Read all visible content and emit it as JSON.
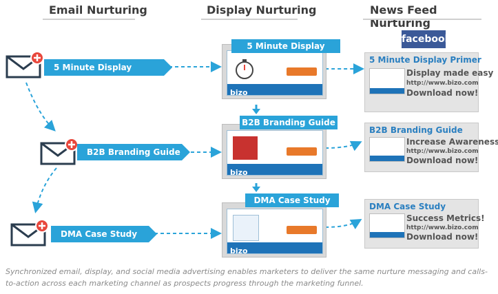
{
  "columns": {
    "email": "Email Nurturing",
    "display": "Display Nurturing",
    "newsfeed": "News Feed Nurturing"
  },
  "facebook_logo": "facebook",
  "email_steps": [
    {
      "label": "5 Minute Display Primer"
    },
    {
      "label": "B2B Branding Guide"
    },
    {
      "label": "DMA Case Study"
    }
  ],
  "display_ads": [
    {
      "title": "5 Minute Display Primer",
      "brand": "bizo"
    },
    {
      "title": "B2B Branding Guide",
      "brand": "bizo"
    },
    {
      "title": "DMA Case Study",
      "brand": "bizo"
    }
  ],
  "news_feed": [
    {
      "title": "5 Minute Display Primer",
      "headline": "Display made easy",
      "url": "http://www.bizo.com",
      "cta": "Download now!"
    },
    {
      "title": "B2B Branding Guide",
      "headline": "Increase Awareness",
      "url": "http://www.bizo.com",
      "cta": "Download now!"
    },
    {
      "title": "DMA Case Study",
      "headline": "Success Metrics!",
      "url": "http://www.bizo.com",
      "cta": "Download now!"
    }
  ],
  "caption": "Synchronized email, display, and social media advertising enables marketers to deliver the same nurture messaging and calls-to-action across each marketing channel as prospects progress through the marketing funnel.",
  "colors": {
    "accent_blue": "#2aa3d9",
    "dark_blue": "#1e73b8",
    "badge_red": "#e8473c",
    "envelope": "#2b3d4f"
  }
}
